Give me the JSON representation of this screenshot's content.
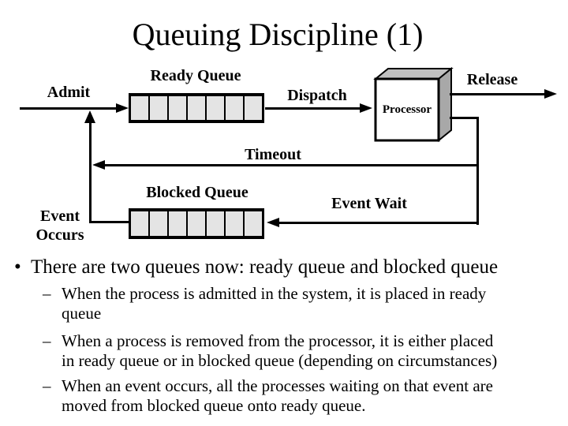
{
  "slide": {
    "title": "Queuing Discipline (1)"
  },
  "diagram": {
    "labels": {
      "admit": "Admit",
      "ready_queue": "Ready Queue",
      "dispatch": "Dispatch",
      "processor": "Processor",
      "release": "Release",
      "timeout": "Timeout",
      "blocked_queue": "Blocked Queue",
      "event_wait": "Event Wait",
      "event_occurs": "Event\nOccurs"
    },
    "ready_queue_cells": 7,
    "blocked_queue_cells": 7,
    "colors": {
      "queue_fill": "#e4e4e4",
      "processor_top": "#c0c0c0",
      "processor_side": "#a8a8a8",
      "line": "#000000"
    }
  },
  "bullets": {
    "main": {
      "marker": "•",
      "text": "There are two queues now: ready queue and blocked queue"
    },
    "sub": [
      {
        "marker": "–",
        "text": "When the process is admitted in the system, it is placed in ready\nqueue"
      },
      {
        "marker": "–",
        "text": "When a process is removed from the processor, it is either placed\nin ready queue or in blocked queue (depending on circumstances)"
      },
      {
        "marker": "–",
        "text": "When an event occurs, all the processes waiting on that event are\nmoved from blocked queue onto ready queue."
      }
    ]
  }
}
